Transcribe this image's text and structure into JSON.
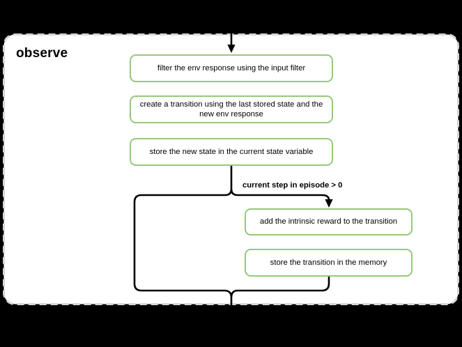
{
  "diagram": {
    "title": "observe",
    "condition_label": "current step in episode > 0",
    "nodes": [
      {
        "id": "filter-env-response",
        "label": "filter the env response using the input filter"
      },
      {
        "id": "create-transition",
        "label": "create a transition using the last stored state and the\nnew env response"
      },
      {
        "id": "store-new-state",
        "label": "store the new state in the current state variable"
      },
      {
        "id": "add-intrinsic-reward",
        "label": "add the intrinsic reward to the transition"
      },
      {
        "id": "store-transition",
        "label": "store the transition in the memory"
      }
    ],
    "colors": {
      "background": "#000000",
      "panel_fill": "#ffffff",
      "panel_dashed_border": "#d6d6d6",
      "node_border": "#94c97b",
      "connector": "#000000",
      "text": "#000000"
    }
  }
}
